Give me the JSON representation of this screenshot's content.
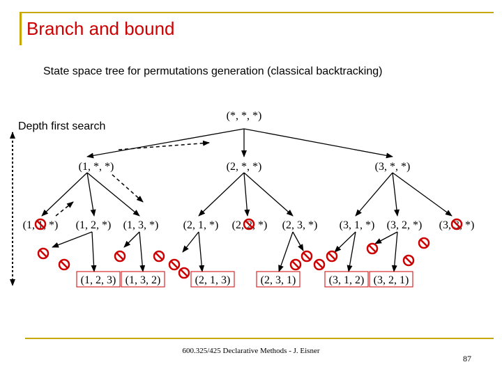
{
  "slide": {
    "title": "Branch and bound",
    "subtitle": "State space tree for permutations generation (classical backtracking)",
    "dfs_label": "Depth first search",
    "footer": "600.325/425 Declarative Methods - J. Eisner",
    "page_number": "87"
  },
  "colors": {
    "title": "#cc0000",
    "rule": "#c8a800",
    "prohibit": "#cc0000",
    "box": "#cc0000"
  },
  "tree": {
    "root": "(*, *, *)",
    "level1": [
      "(1, *, *)",
      "(2, *, *)",
      "(3, *, *)"
    ],
    "level2": [
      "(1, 1, *)",
      "(1, 2, *)",
      "(1, 3, *)",
      "(2, 1, *)",
      "(2, 2, *)",
      "(2, 3, *)",
      "(3, 1, *)",
      "(3, 2, *)",
      "(3, 3, *)"
    ],
    "leaves": [
      "(1, 2, 3)",
      "(1, 3, 2)",
      "(2, 1, 3)",
      "(2, 3, 1)",
      "(3, 1, 2)",
      "(3, 2, 1)"
    ],
    "pruned_icon": "prohibited-icon"
  }
}
